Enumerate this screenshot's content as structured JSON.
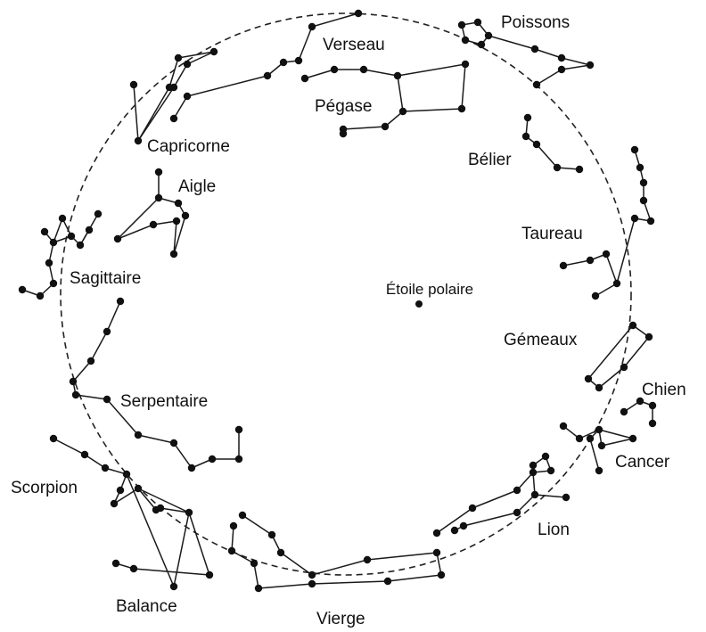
{
  "diagram": {
    "polaris_label": "Étoile polaire",
    "constellations": [
      {
        "key": "verseau",
        "label": "Verseau"
      },
      {
        "key": "poissons",
        "label": "Poissons"
      },
      {
        "key": "pegase",
        "label": "Pégase"
      },
      {
        "key": "belier",
        "label": "Bélier"
      },
      {
        "key": "capricorne",
        "label": "Capricorne"
      },
      {
        "key": "aigle",
        "label": "Aigle"
      },
      {
        "key": "taureau",
        "label": "Taureau"
      },
      {
        "key": "sagittaire",
        "label": "Sagittaire"
      },
      {
        "key": "gemeaux",
        "label": "Gémeaux"
      },
      {
        "key": "serpentaire",
        "label": "Serpentaire"
      },
      {
        "key": "chien",
        "label": "Chien"
      },
      {
        "key": "cancer",
        "label": "Cancer"
      },
      {
        "key": "scorpion",
        "label": "Scorpion"
      },
      {
        "key": "lion",
        "label": "Lion"
      },
      {
        "key": "balance",
        "label": "Balance"
      },
      {
        "key": "vierge",
        "label": "Vierge"
      }
    ]
  }
}
